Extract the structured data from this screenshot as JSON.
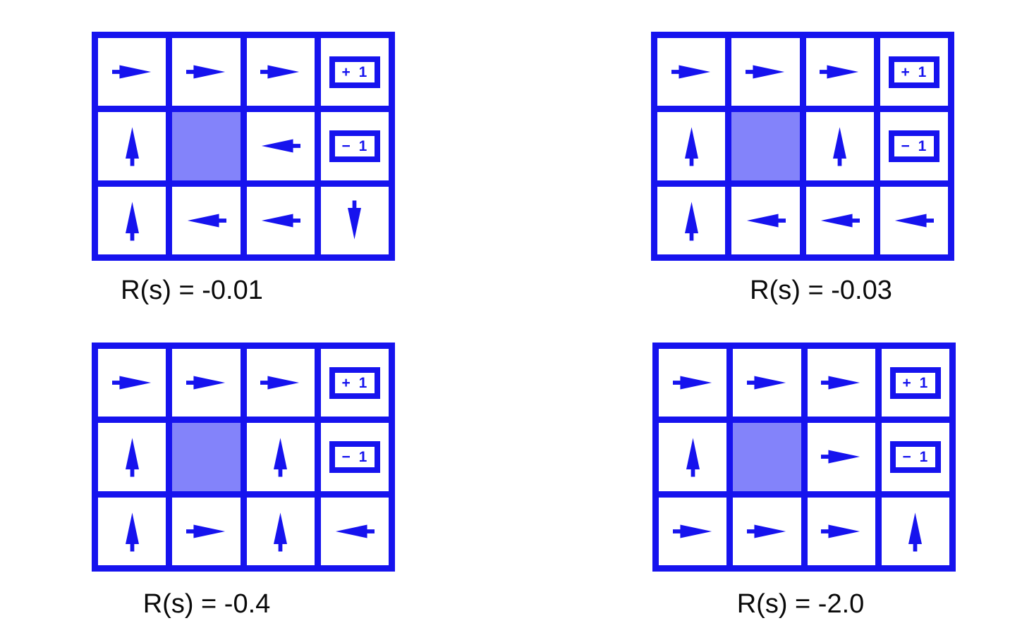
{
  "colors": {
    "line_blue": "#1613ee",
    "blocked_fill": "#8383fa",
    "label_text": "#0a0a0a",
    "background": "#ffffff"
  },
  "terminals": {
    "plus_label": "+ 1",
    "minus_label": "− 1"
  },
  "figures": [
    {
      "label": "R(s) = -0.01",
      "reward": -0.01,
      "cells": [
        [
          "right",
          "right",
          "right",
          "plus1"
        ],
        [
          "up",
          "blocked",
          "left",
          "minus1"
        ],
        [
          "up",
          "left",
          "left",
          "down"
        ]
      ]
    },
    {
      "label": "R(s) = -0.03",
      "reward": -0.03,
      "cells": [
        [
          "right",
          "right",
          "right",
          "plus1"
        ],
        [
          "up",
          "blocked",
          "up",
          "minus1"
        ],
        [
          "up",
          "left",
          "left",
          "left"
        ]
      ]
    },
    {
      "label": "R(s) = -0.4",
      "reward": -0.4,
      "cells": [
        [
          "right",
          "right",
          "right",
          "plus1"
        ],
        [
          "up",
          "blocked",
          "up",
          "minus1"
        ],
        [
          "up",
          "right",
          "up",
          "left"
        ]
      ]
    },
    {
      "label": "R(s) = -2.0",
      "reward": -2.0,
      "cells": [
        [
          "right",
          "right",
          "right",
          "plus1"
        ],
        [
          "up",
          "blocked",
          "right",
          "minus1"
        ],
        [
          "right",
          "right",
          "right",
          "up"
        ]
      ]
    }
  ]
}
